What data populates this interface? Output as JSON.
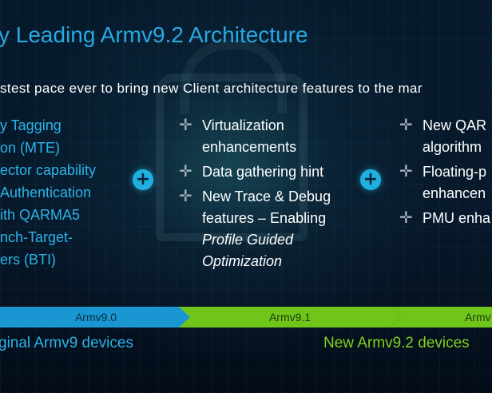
{
  "title": "y Leading Armv9.2 Architecture",
  "subtitle": "stest pace ever to bring new Client architecture features to the mar",
  "column1": {
    "items": [
      "y Tagging",
      "on (MTE)",
      "ector capability",
      "Authentication",
      "ith QARMA5",
      "nch-Target-",
      "ers (BTI)"
    ]
  },
  "column2": {
    "bullets": [
      {
        "lines": [
          "Virtualization",
          "enhancements"
        ]
      },
      {
        "lines": [
          "Data gathering hint"
        ]
      },
      {
        "lines": [
          "New Trace & Debug",
          "features – Enabling"
        ],
        "italic_lines": [
          "Profile Guided",
          "Optimization"
        ]
      }
    ]
  },
  "column3": {
    "bullets": [
      {
        "lines": [
          "New QAR",
          "algorithm"
        ]
      },
      {
        "lines": [
          "Floating-p",
          "enhancen"
        ]
      },
      {
        "lines": [
          "PMU enha"
        ]
      }
    ]
  },
  "bullet_glyph": "✛",
  "plus_glyph": "+",
  "timeline": {
    "armv90": "Armv9.0",
    "armv91": "Armv9.1",
    "armv92": "Armv"
  },
  "footer": {
    "left": "ginal Armv9 devices",
    "right": "New Armv9.2 devices"
  },
  "colors": {
    "title_blue": "#2aa8e0",
    "armv90_bar": "#1a97d2",
    "armv91_bar": "#6fc51a",
    "footer_green": "#7fd01d"
  }
}
